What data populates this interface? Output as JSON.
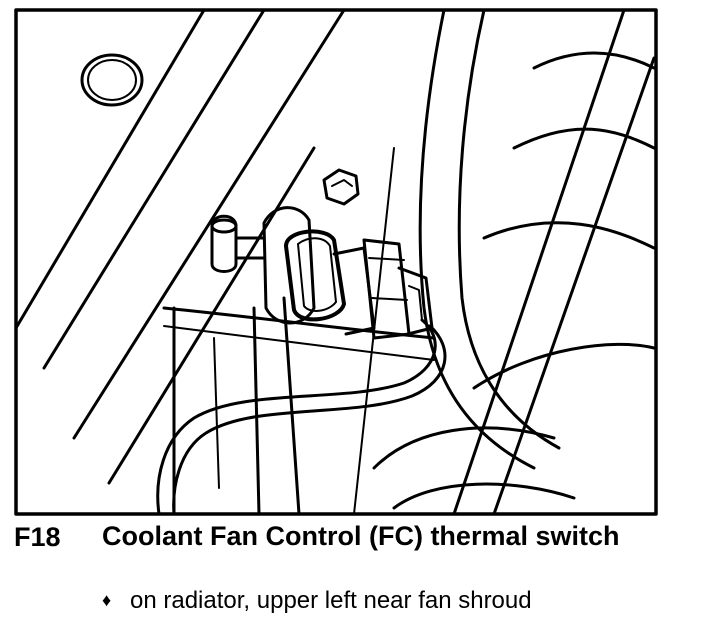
{
  "figure": {
    "code": "F18",
    "title": "Coolant Fan Control (FC) thermal switch",
    "location_bullet": "♦",
    "location_text": "on radiator, upper left near fan shroud"
  },
  "colors": {
    "ink": "#000000",
    "paper": "#ffffff"
  }
}
